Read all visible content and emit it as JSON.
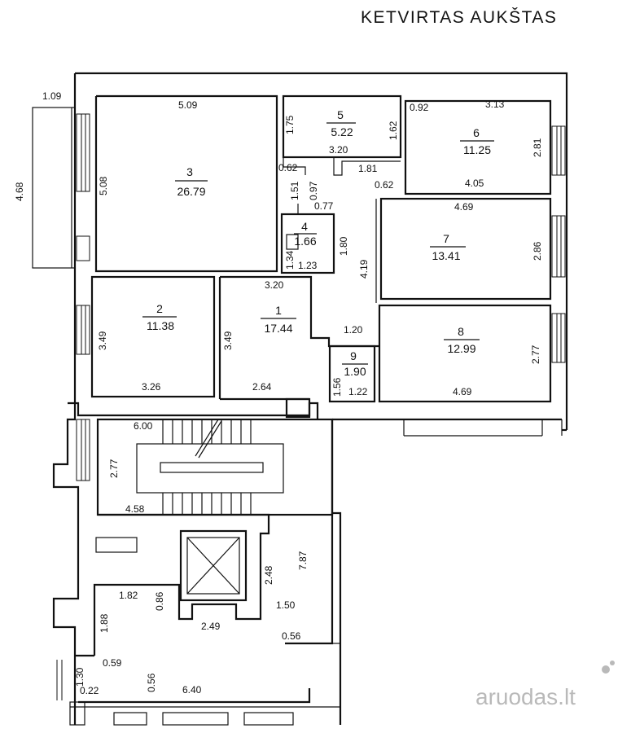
{
  "title": "KETVIRTAS AUKŠTAS",
  "watermark": "aruodas.lt",
  "rooms": [
    {
      "id": "room-3",
      "number": "3",
      "area": "26.79"
    },
    {
      "id": "room-5",
      "number": "5",
      "area": "5.22"
    },
    {
      "id": "room-6",
      "number": "6",
      "area": "11.25"
    },
    {
      "id": "room-4",
      "number": "4",
      "area": "1.66"
    },
    {
      "id": "room-7",
      "number": "7",
      "area": "13.41"
    },
    {
      "id": "room-2",
      "number": "2",
      "area": "11.38"
    },
    {
      "id": "room-1",
      "number": "1",
      "area": "17.44"
    },
    {
      "id": "room-8",
      "number": "8",
      "area": "12.99"
    },
    {
      "id": "room-9",
      "number": "9",
      "area": "1.90"
    }
  ],
  "dimensions": [
    "1.09",
    "4.68",
    "5.09",
    "5.08",
    "1.75",
    "1.62",
    "3.20",
    "0.92",
    "3.13",
    "2.81",
    "4.05",
    "0.62",
    "1.51",
    "0.97",
    "0.77",
    "1.81",
    "0.62",
    "4.69",
    "2.86",
    "1.80",
    "4.19",
    "1.34",
    "1.23",
    "3.20",
    "3.49",
    "3.49",
    "1.20",
    "2.77",
    "3.26",
    "2.64",
    "1.56",
    "1.22",
    "4.69",
    "6.00",
    "2.77",
    "4.58",
    "2.48",
    "7.87",
    "1.82",
    "0.86",
    "1.88",
    "2.49",
    "1.50",
    "0.56",
    "0.59",
    "1.30",
    "0.22",
    "0.56",
    "6.40"
  ]
}
